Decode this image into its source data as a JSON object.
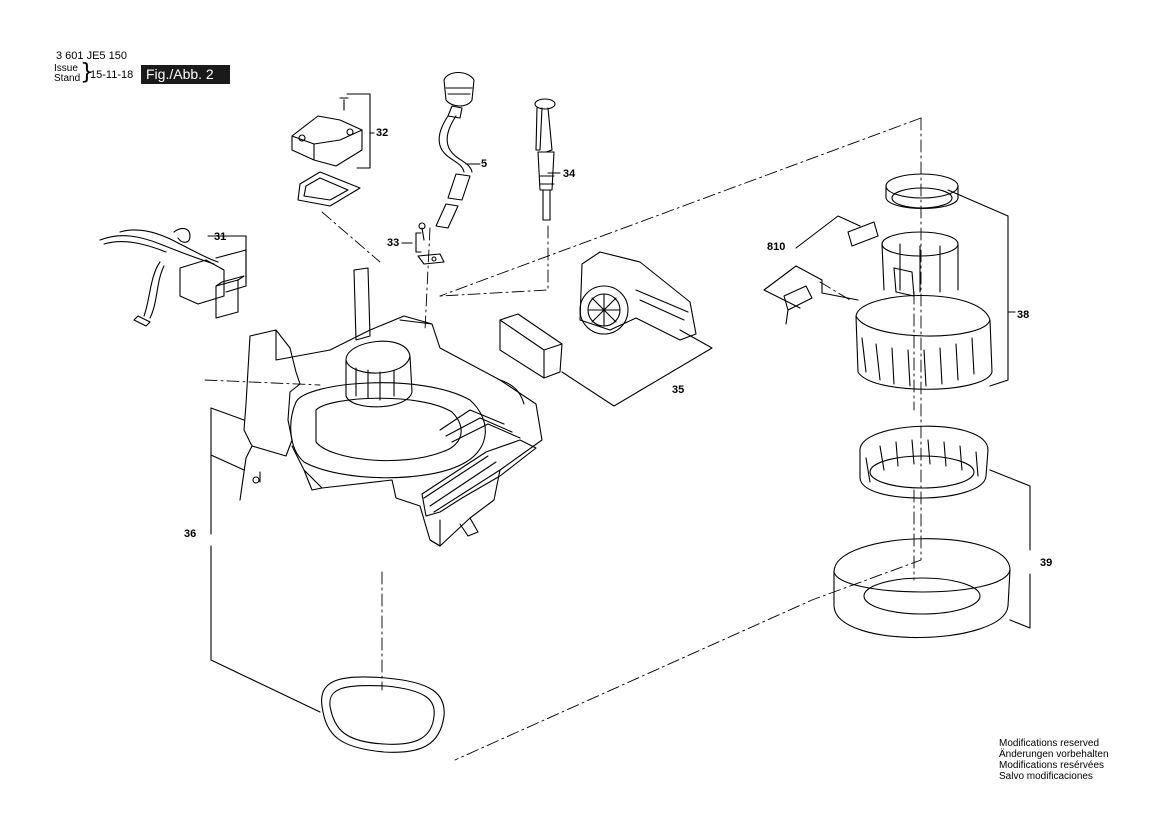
{
  "header": {
    "doc_code": "3 601 JE5 150",
    "issue_label": "Issue",
    "stand_label": "Stand",
    "date": "15-11-18",
    "figure": "Fig./Abb. 2"
  },
  "parts": [
    {
      "id": "p31",
      "label": "31"
    },
    {
      "id": "p32",
      "label": "32"
    },
    {
      "id": "p5",
      "label": "5"
    },
    {
      "id": "p33",
      "label": "33"
    },
    {
      "id": "p34",
      "label": "34"
    },
    {
      "id": "p35",
      "label": "35"
    },
    {
      "id": "p36",
      "label": "36"
    },
    {
      "id": "p810",
      "label": "810"
    },
    {
      "id": "p38",
      "label": "38"
    },
    {
      "id": "p39",
      "label": "39"
    }
  ],
  "notice": [
    "Modifications reserved",
    "Änderungen vorbehalten",
    "Modifications resérvées",
    "Salvo modificaciones"
  ]
}
